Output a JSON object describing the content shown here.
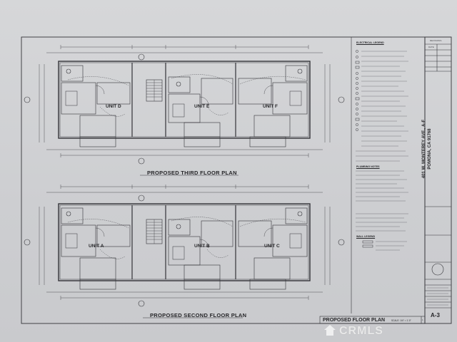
{
  "plans": {
    "third_floor": {
      "title": "PROPOSED THIRD FLOOR PLAN",
      "units": [
        "UNIT D",
        "UNIT E",
        "UNIT F"
      ]
    },
    "second_floor": {
      "title": "PROPOSED SECOND FLOOR PLAN",
      "units": [
        "UNIT A",
        "UNIT B",
        "UNIT C"
      ]
    }
  },
  "legend": {
    "electrical_heading": "ELECTRICAL LEGEND",
    "plumbing_heading": "PLUMBING NOTES",
    "wall_heading": "WALL LEGEND"
  },
  "title_block": {
    "revisions_label": "REVISIONS",
    "date_label": "DATE",
    "address_line1": "401 W. MONTEREY AVE., A-F",
    "address_line2": "POMONA, CA 91768",
    "sheet_number": "A-3"
  },
  "footer": {
    "sheet_title": "PROPOSED FLOOR PLAN",
    "scale": "SCALE: 1/4\" = 1'-0\"",
    "page": "1"
  },
  "watermark": "CRMLS",
  "colors": {
    "paper": "#cfd0d2",
    "ink": "#2a2a2e",
    "watermark": "#ffffff"
  }
}
